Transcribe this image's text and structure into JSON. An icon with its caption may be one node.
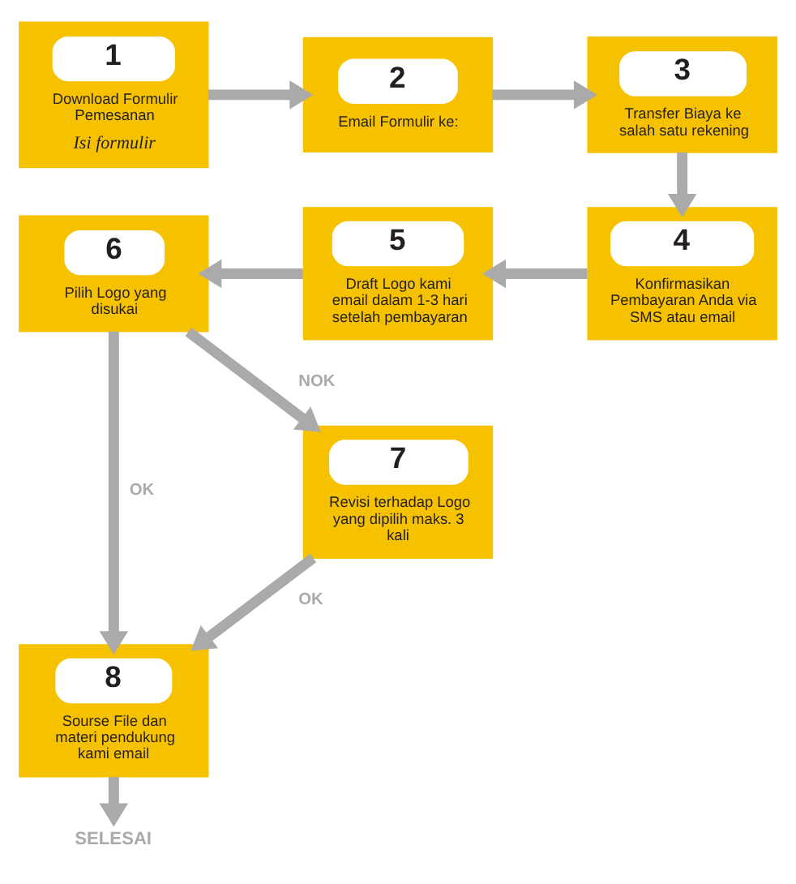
{
  "diagram": {
    "nodes": [
      {
        "text": [
          "1",
          "Download Formulir Pemesanan",
          "Isi formulir"
        ]
      },
      {
        "text": [
          "2",
          "Email Formulir ke:"
        ]
      },
      {
        "text": [
          "3",
          "Transfer Biaya ke salah satu rekening"
        ]
      },
      {
        "text": [
          "4",
          "Konfirmasikan Pembayaran Anda via SMS atau email"
        ]
      },
      {
        "text": [
          "5",
          "Draft Logo kami email dalam 1-3 hari setelah pembayaran"
        ]
      },
      {
        "text": [
          "6",
          "Pilih Logo yang disukai"
        ]
      },
      {
        "text": [
          "7",
          "Revisi terhadap Logo yang dipilih maks. 3 kali"
        ]
      },
      {
        "text": [
          "8",
          "Sourse File dan materi pendukung kami email"
        ]
      },
      {
        "text": [
          "SELESAI"
        ]
      }
    ],
    "edges": [
      {
        "from": 0,
        "to": 1,
        "arrow": "to"
      },
      {
        "from": 1,
        "to": 2,
        "arrow": "to"
      },
      {
        "from": 2,
        "to": 3,
        "arrow": "to"
      },
      {
        "from": 3,
        "to": 4,
        "arrow": "to"
      },
      {
        "from": 4,
        "to": 5,
        "arrow": "to"
      },
      {
        "from": 5,
        "to": 7,
        "arrow": "to",
        "label": "OK"
      },
      {
        "from": 5,
        "to": 6,
        "arrow": "to",
        "label": "NOK"
      },
      {
        "from": 6,
        "to": 7,
        "arrow": "to",
        "label": "OK"
      },
      {
        "from": 7,
        "to": 8,
        "arrow": "to"
      }
    ]
  }
}
